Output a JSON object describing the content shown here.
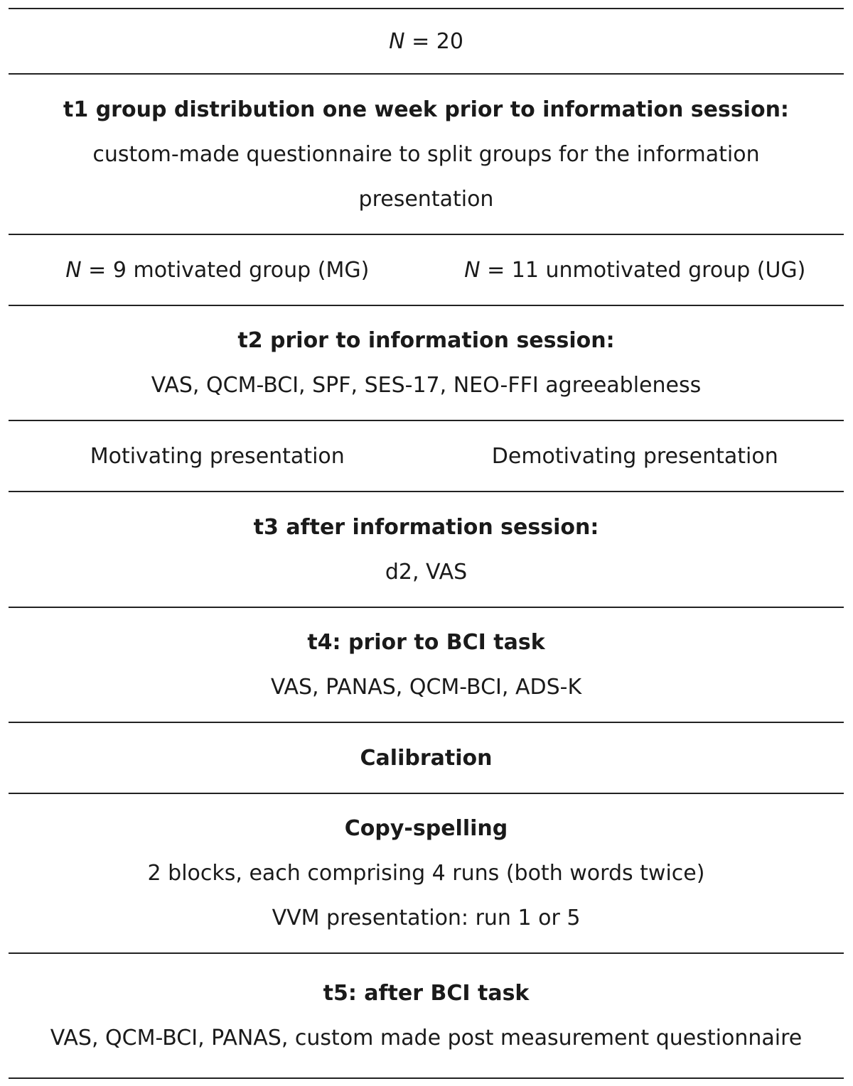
{
  "table": {
    "sample": {
      "n_symbol": "N",
      "n_value": " = 20"
    },
    "t1": {
      "heading": "t1 group distribution one week prior to information session:",
      "text": "custom-made questionnaire to split groups for the information presentation"
    },
    "groups": {
      "left_symbol": "N",
      "left_text": " = 9 motivated group (MG)",
      "right_symbol": "N",
      "right_text": " = 11 unmotivated group (UG)"
    },
    "t2": {
      "heading": "t2 prior to information session:",
      "text": "VAS, QCM-BCI, SPF, SES-17, NEO-FFI agreeableness"
    },
    "presentations": {
      "left": "Motivating presentation",
      "right": "Demotivating presentation"
    },
    "t3": {
      "heading": "t3 after information session:",
      "text": "d2, VAS"
    },
    "t4": {
      "heading": "t4: prior to BCI task",
      "text": "VAS, PANAS, QCM-BCI, ADS-K"
    },
    "calibration": {
      "heading": "Calibration"
    },
    "copy_spelling": {
      "heading": "Copy-spelling",
      "line1": "2 blocks, each comprising 4 runs (both words twice)",
      "line2": "VVM presentation: run 1 or 5"
    },
    "t5": {
      "heading": "t5: after BCI task",
      "text": "VAS, QCM-BCI, PANAS, custom made post measurement questionnaire"
    }
  }
}
